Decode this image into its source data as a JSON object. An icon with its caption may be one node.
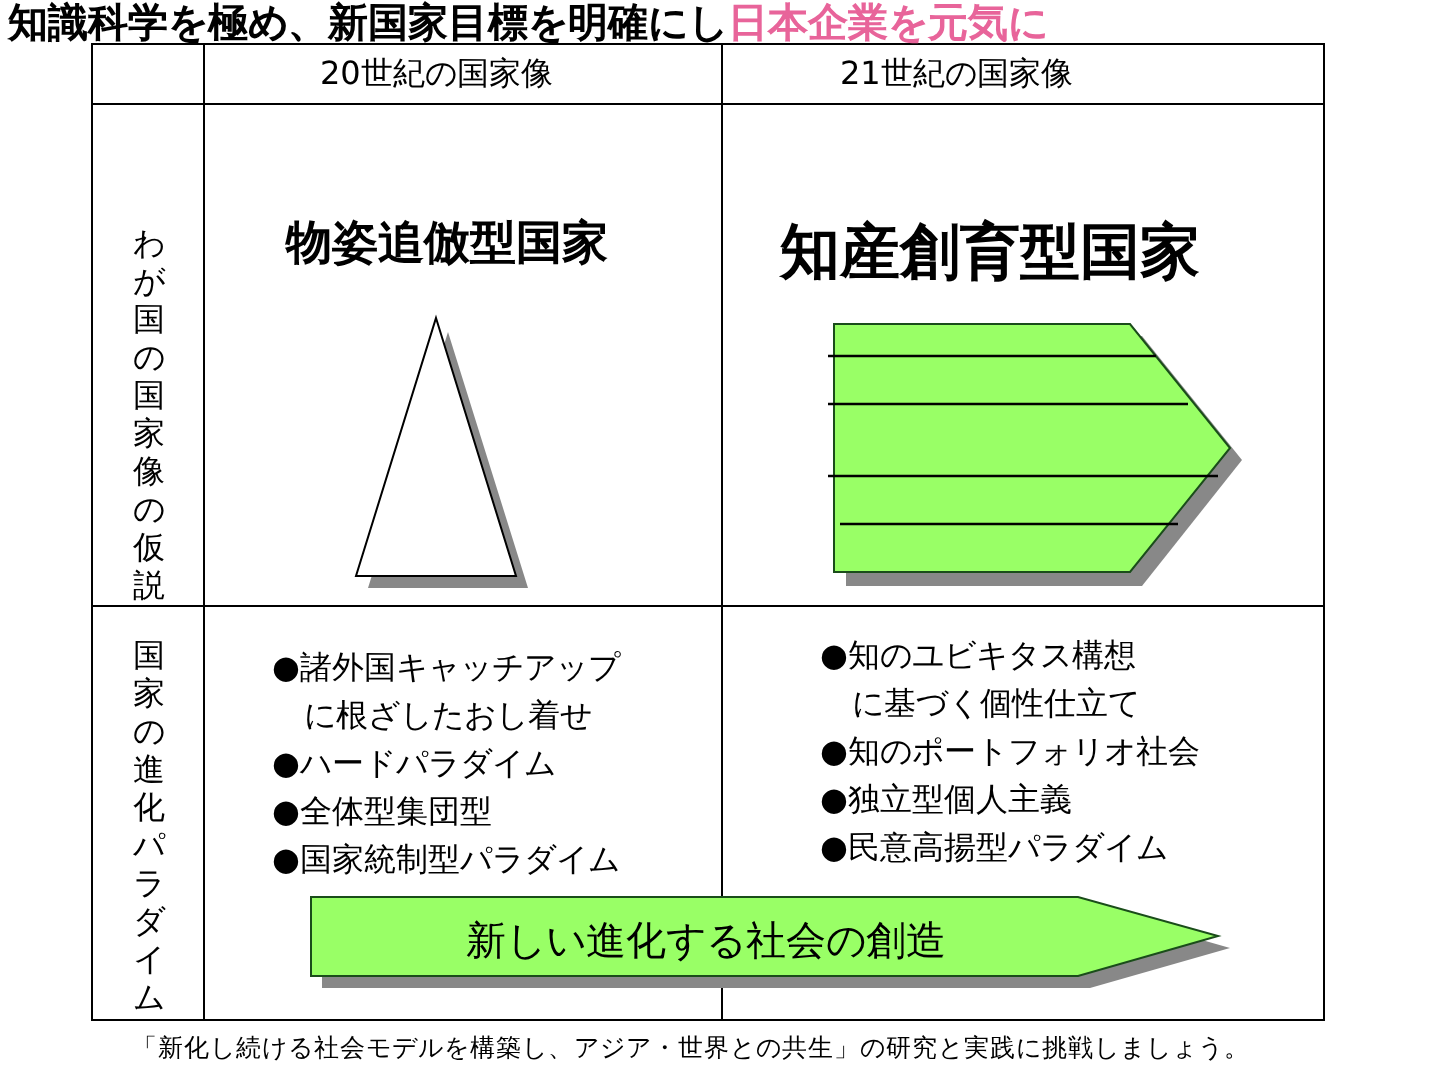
{
  "diagram": {
    "title": "知識科学を極め、新国家目標を明確にし",
    "caption": "「新化し続ける社会モデルを構築し、アジア・世界との共生」の研究と実践に挑戦しましょう。",
    "nodes": [
      {
        "text": [
          "新しい進化する社会の創造"
        ]
      }
    ],
    "labels": [
      "日本企業を元気に",
      "20世紀の国家像",
      "21世紀の国家像",
      "わが国の国家像の仮説",
      "物姿追倣型国家",
      "知産創育型国家",
      "国家の進化パラダイム",
      "●諸外国キャッチアップに根ざしたおし着せ",
      "●ハードパラダイム",
      "●全体型集団型",
      "●国家統制型パラダイム",
      "●知のユビキタス構想に基づく個性仕立て",
      "●知のポートフォリオ社会",
      "●独立型個人主義",
      "●民意高揚型パラダイム"
    ]
  }
}
